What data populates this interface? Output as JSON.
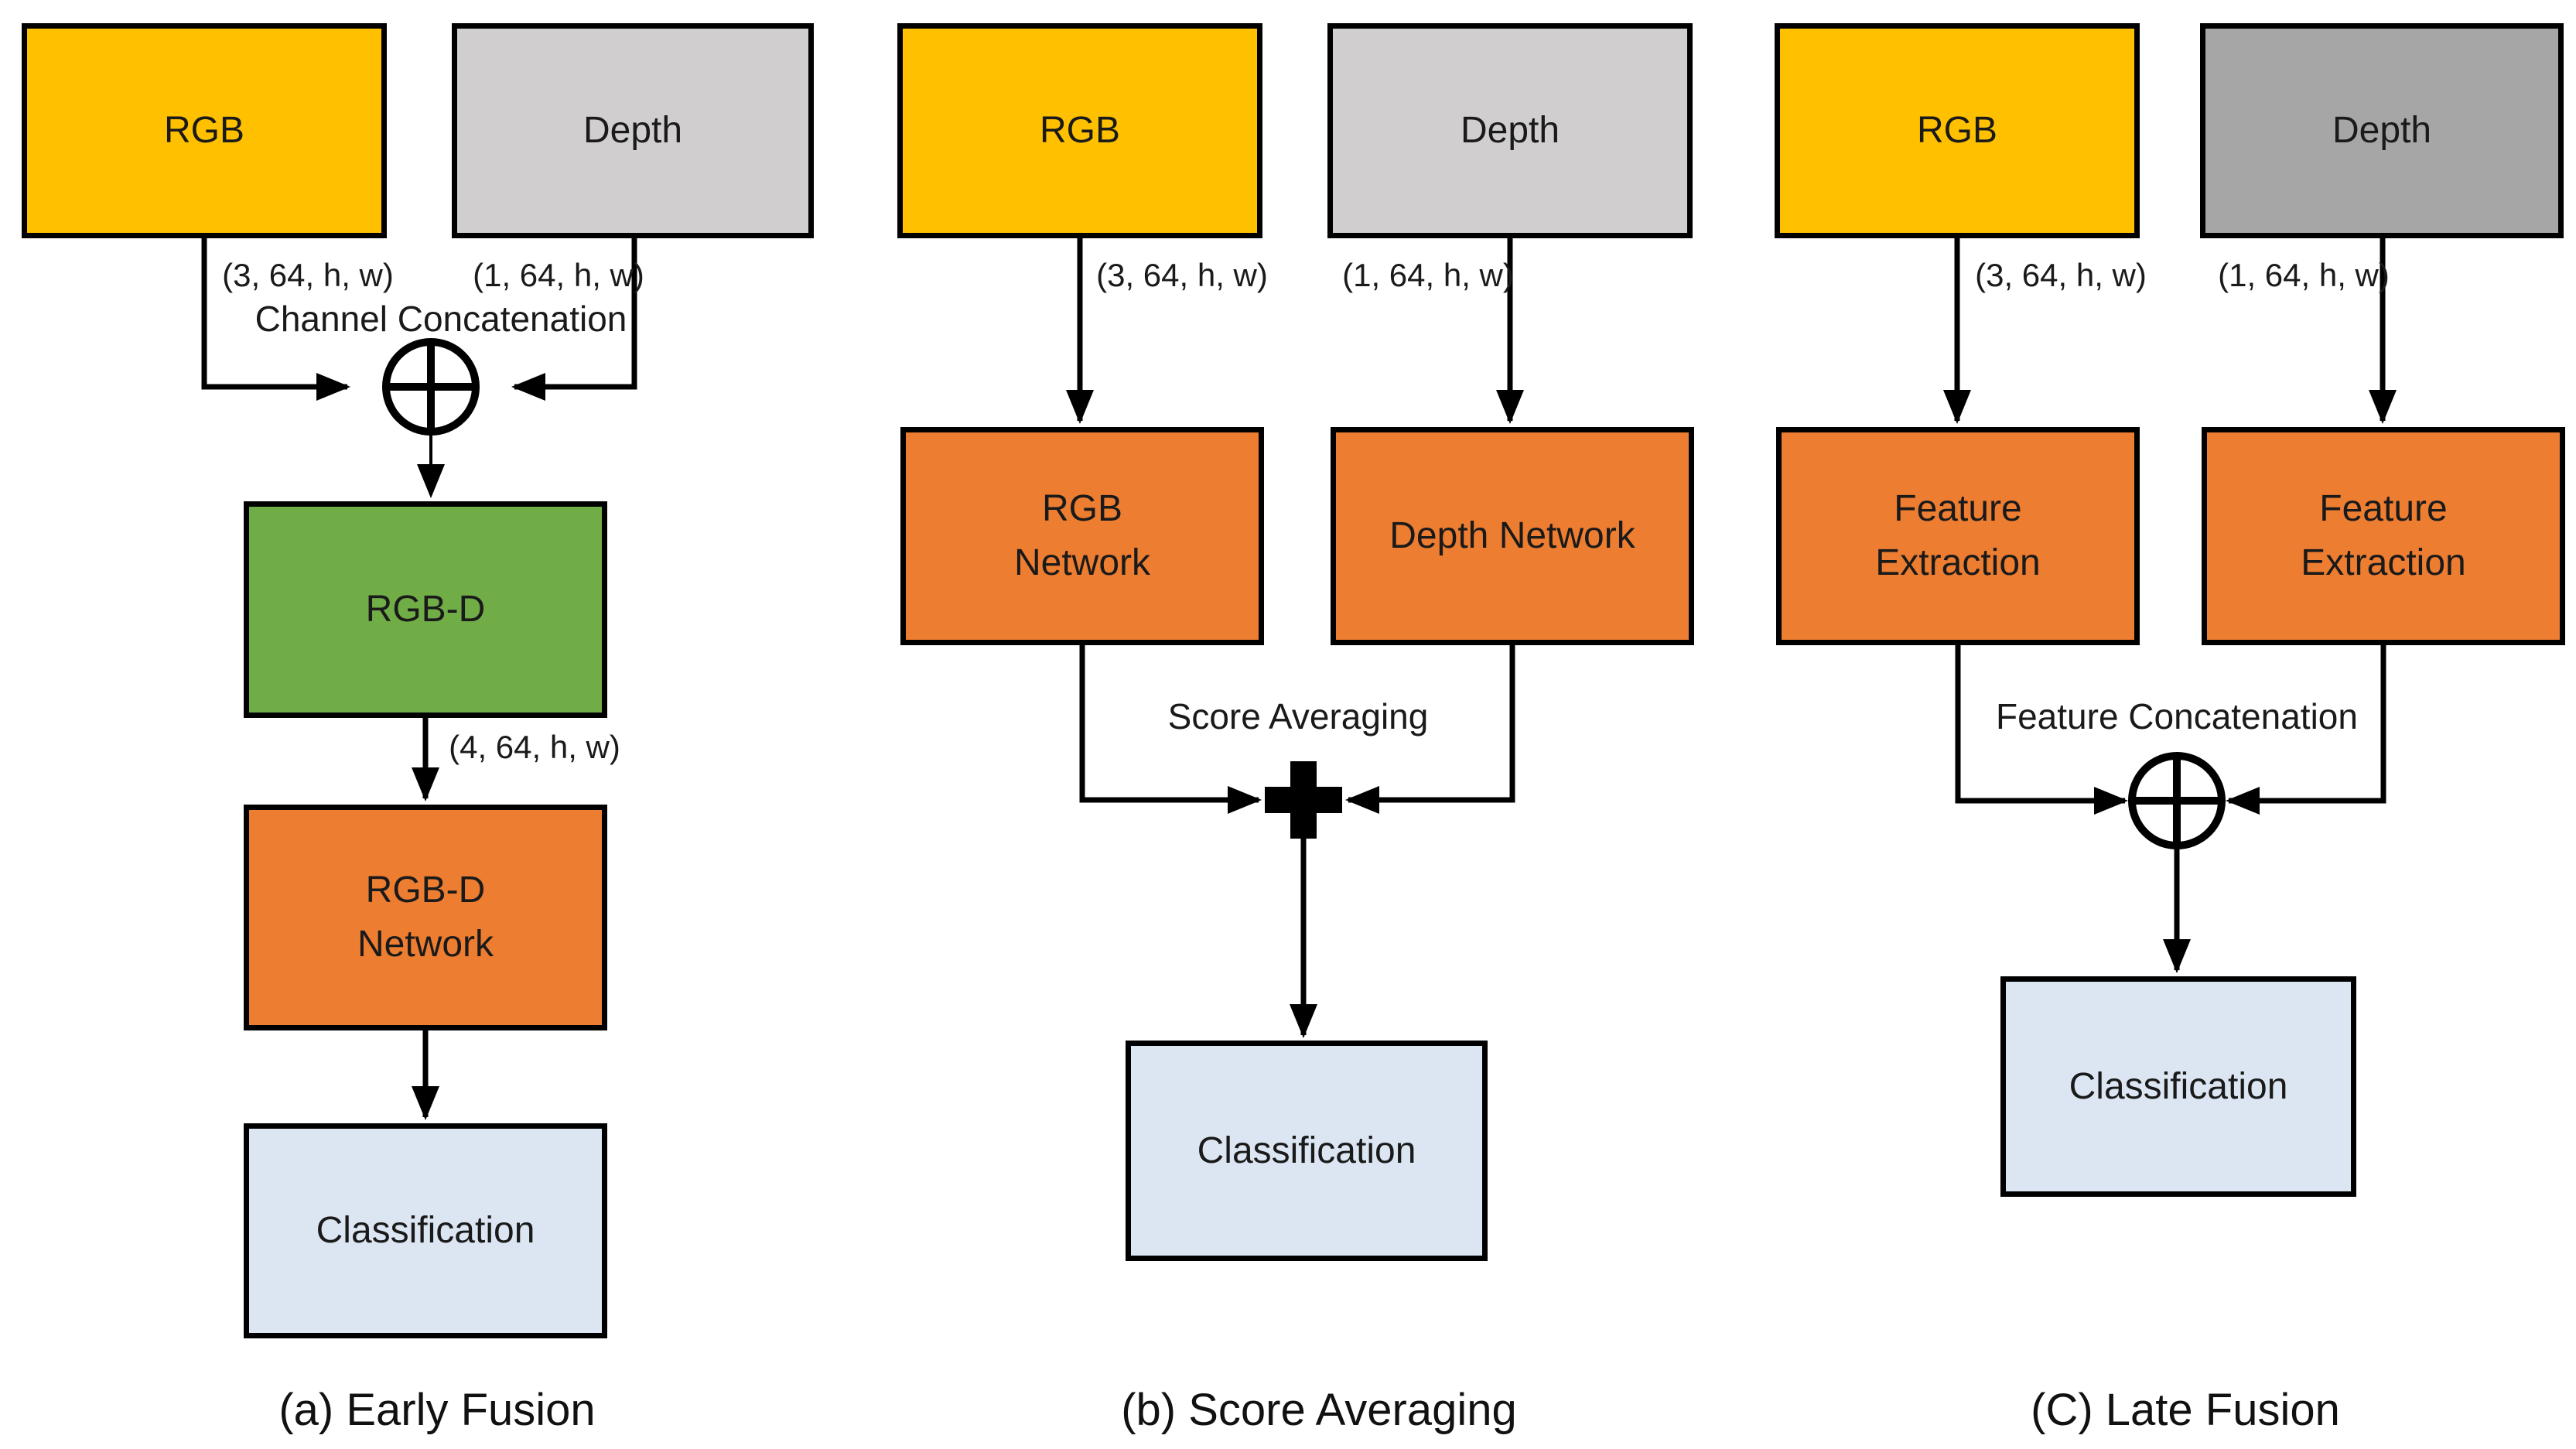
{
  "figure": {
    "colors": {
      "rgb_box": "#FFC000",
      "depth_box_light": "#D0CECE",
      "depth_box_dark": "#A6A6A6",
      "network_box": "#ED7D31",
      "rgbd_box": "#70AD47",
      "classification_box": "#DCE6F2",
      "line": "#000000"
    },
    "panel_a": {
      "caption": "(a) Early Fusion",
      "rgb_label": "RGB",
      "depth_label": "Depth",
      "rgb_shape": "(3, 64, h, w)",
      "depth_shape": "(1, 64, h, w)",
      "fusion_label": "Channel Concatenation",
      "fused_shape": "(4, 64, h, w)",
      "rgbd_label": "RGB-D",
      "network_label": "RGB-D\nNetwork",
      "classification_label": "Classification"
    },
    "panel_b": {
      "caption": "(b) Score Averaging",
      "rgb_label": "RGB",
      "depth_label": "Depth",
      "rgb_shape": "(3, 64, h, w)",
      "depth_shape": "(1, 64, h, w)",
      "rgb_network_label": "RGB\nNetwork",
      "depth_network_label": "Depth Network",
      "fusion_label": "Score Averaging",
      "classification_label": "Classification"
    },
    "panel_c": {
      "caption": "(C) Late Fusion",
      "rgb_label": "RGB",
      "depth_label": "Depth",
      "rgb_shape": "(3, 64, h, w)",
      "depth_shape": "(1, 64, h, w)",
      "feature_rgb_label": "Feature\nExtraction",
      "feature_depth_label": "Feature\nExtraction",
      "fusion_label": "Feature Concatenation",
      "classification_label": "Classification"
    }
  }
}
